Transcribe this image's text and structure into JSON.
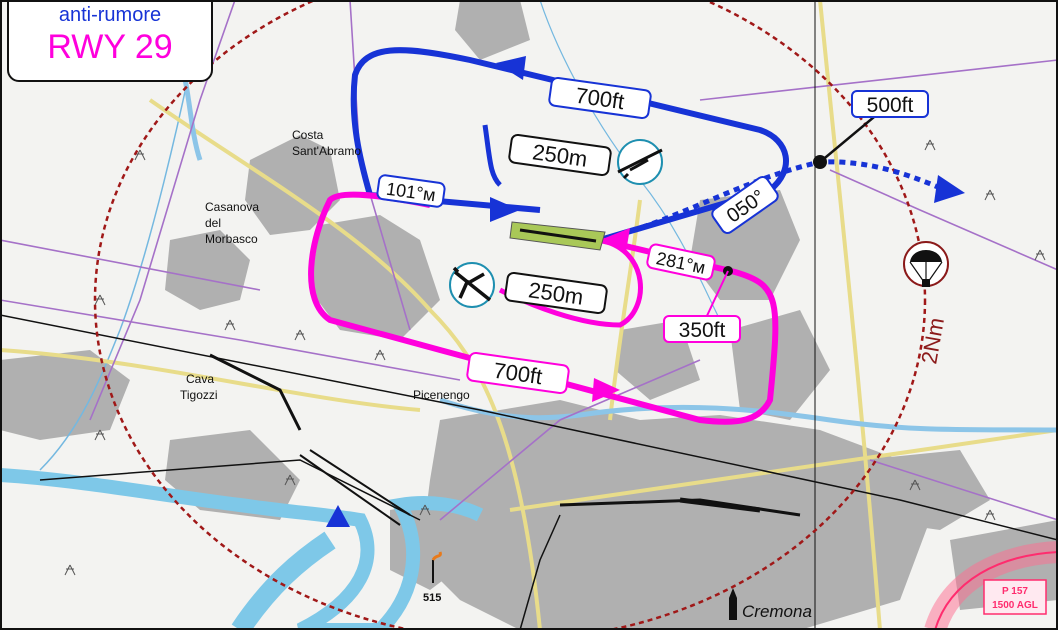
{
  "legend": {
    "subtitle": "anti-rumore",
    "title": "RWY 29"
  },
  "circuit_north": {
    "altitude_label": "700ft",
    "distance_label": "250m",
    "heading_label": "101°м",
    "color": "#1733d6"
  },
  "circuit_south": {
    "altitude_label": "700ft",
    "distance_label": "250m",
    "heading_label": "281°м",
    "color": "#ff00dd"
  },
  "departure": {
    "heading_label": "050°",
    "altitude_label": "500ft"
  },
  "turn_altitude_label": "350ft",
  "radius_label": "2Nm",
  "towns": {
    "costa": "Costa Sant'Abramo",
    "costa_line1": "Costa",
    "costa_line2": "Sant'Abramo",
    "casanova_line1": "Casanova",
    "casanova_line2": "del",
    "casanova_line3": "Morbasco",
    "cava_line1": "Cava",
    "cava_line2": "Tigozzi",
    "picenengo": "Picenengo",
    "cremona": "Cremona"
  },
  "obstacle_label": "515",
  "restricted_area": {
    "id": "P 157",
    "altitude": "1500 AGL",
    "color": "#ff2c6e"
  },
  "icons": [
    "glider-icon",
    "aircraft-icon",
    "parachute-icon",
    "church-icon",
    "obstacle-icon",
    "airfield-triangle-icon"
  ]
}
